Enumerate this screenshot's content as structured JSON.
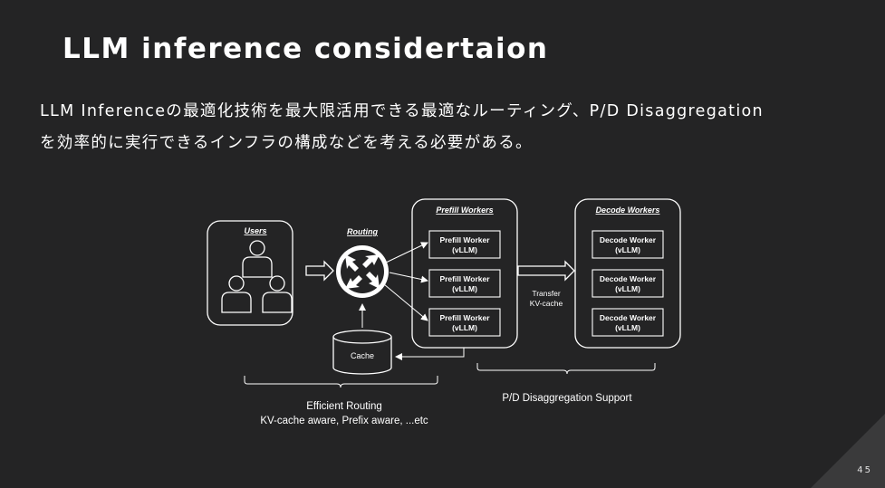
{
  "slide": {
    "title": "LLM inference considertaion",
    "subtitle_line1": "LLM Inferenceの最適化技術を最大限活用できる最適なルーティング、P/D Disaggregation",
    "subtitle_line2": "を効率的に実行できるインフラの構成などを考える必要がある。",
    "page_number": "45"
  },
  "diagram": {
    "users_label": "Users",
    "routing_label": "Routing",
    "prefill_group_label": "Prefill Workers",
    "decode_group_label": "Decode Workers",
    "prefill_workers": [
      {
        "line1": "Prefill Worker",
        "line2": "(vLLM)"
      },
      {
        "line1": "Prefill Worker",
        "line2": "(vLLM)"
      },
      {
        "line1": "Prefill Worker",
        "line2": "(vLLM)"
      }
    ],
    "decode_workers": [
      {
        "line1": "Decode Worker",
        "line2": "(vLLM)"
      },
      {
        "line1": "Decode Worker",
        "line2": "(vLLM)"
      },
      {
        "line1": "Decode Worker",
        "line2": "(vLLM)"
      }
    ],
    "cache_label": "Cache",
    "transfer_line1": "Transfer",
    "transfer_line2": "KV-cache",
    "routing_caption_line1": "Efficient Routing",
    "routing_caption_line2": "KV-cache aware,  Prefix aware, ...etc",
    "pd_caption": "P/D Disaggregation Support"
  }
}
